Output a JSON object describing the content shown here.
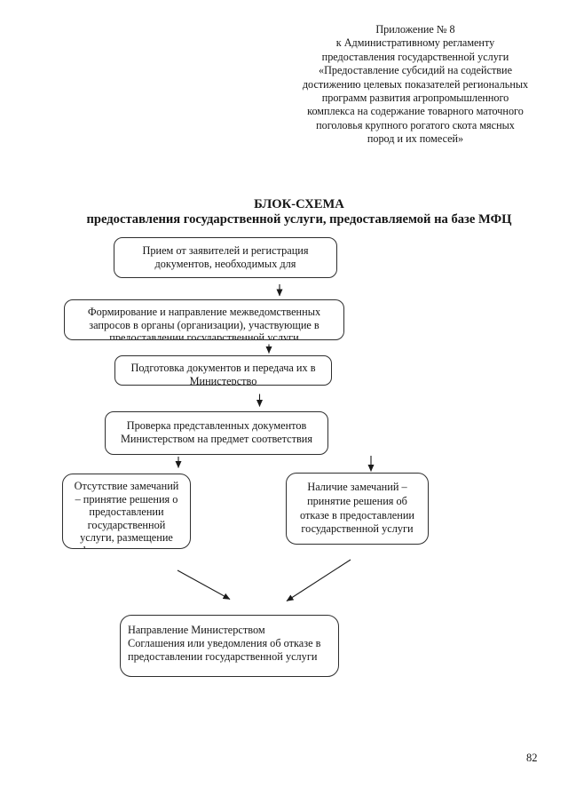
{
  "document": {
    "header": "Приложение № 8\nк Административному регламенту\nпредоставления государственной услуги\n«Предоставление субсидий на содействие\nдостижению целевых показателей региональных\nпрограмм развития агропромышленного\nкомплекса на содержание товарного маточного\nпоголовья крупного рогатого скота мясных\nпород и их помесей»",
    "page_number": "82"
  },
  "title": {
    "line1": "БЛОК-СХЕМА",
    "line2": "предоставления государственной услуги, предоставляемой на базе МФЦ"
  },
  "flowchart": {
    "nodes": [
      {
        "name": "reception",
        "text": "Прием от заявителей и регистрация\nдокументов, необходимых для"
      },
      {
        "name": "interagency-requests",
        "text": "Формирование и направление межведомственных\nзапросов в органы (организации), участвующие в\nпредоставлении государственной услуги"
      },
      {
        "name": "document-preparation",
        "text": "Подготовка документов и передача их в\nМинистерство"
      },
      {
        "name": "document-check",
        "text": "Проверка представленных документов\nМинистерством на предмет соответствия"
      },
      {
        "name": "no-remarks-decision",
        "text": "Отсутствие замечаний\n– принятие решения о\nпредоставлении\nгосударственной\nуслуги, размещение\nинформации о принятом"
      },
      {
        "name": "remarks-refusal-decision",
        "text": "Наличие замечаний –\nпринятие решения об\nотказе в предоставлении\nгосударственной услуги"
      },
      {
        "name": "final-notification",
        "text": "Направление Министерством\nСоглашения или уведомления об отказе в\nпредоставлении государственной услуги"
      }
    ],
    "edges": [
      {
        "from": "reception",
        "to": "interagency-requests"
      },
      {
        "from": "interagency-requests",
        "to": "document-preparation"
      },
      {
        "from": "document-preparation",
        "to": "document-check"
      },
      {
        "from": "document-check",
        "to": "no-remarks-decision"
      },
      {
        "from": "document-check",
        "to": "remarks-refusal-decision"
      },
      {
        "from": "no-remarks-decision",
        "to": "final-notification"
      },
      {
        "from": "remarks-refusal-decision",
        "to": "final-notification"
      }
    ]
  }
}
